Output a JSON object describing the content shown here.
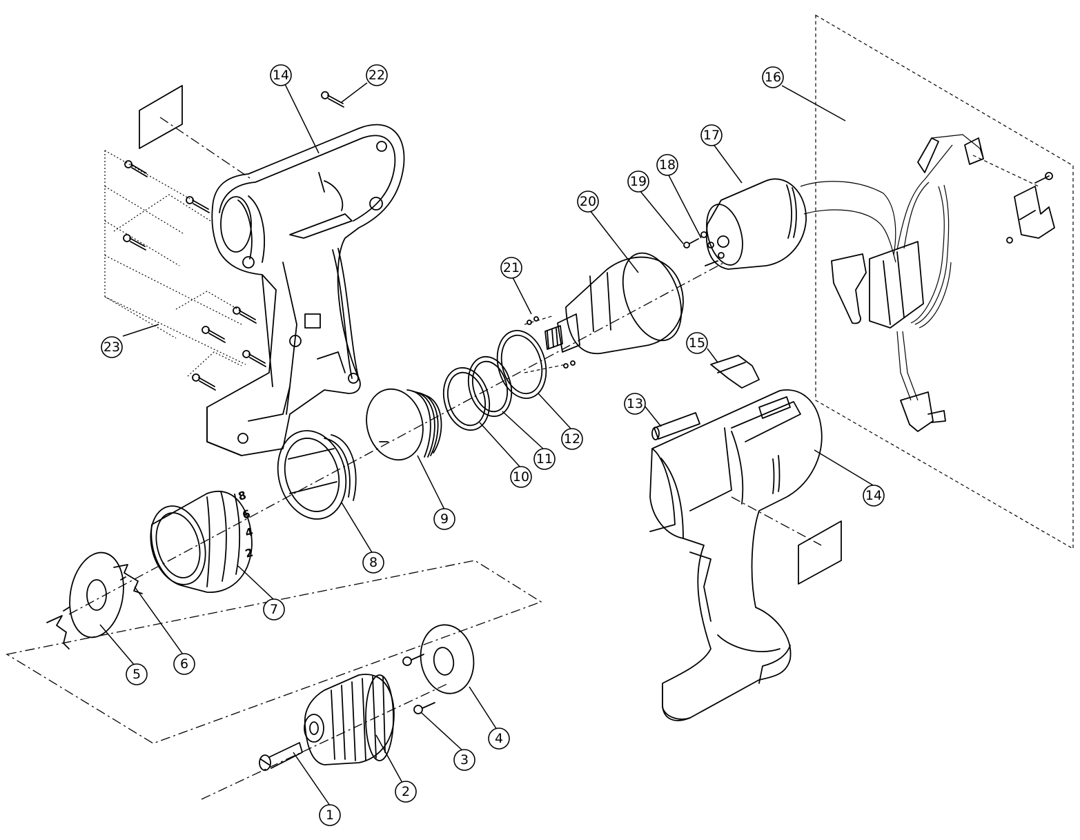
{
  "callouts": [
    {
      "id": "c1",
      "label": "1"
    },
    {
      "id": "c2",
      "label": "2"
    },
    {
      "id": "c3",
      "label": "3"
    },
    {
      "id": "c4",
      "label": "4"
    },
    {
      "id": "c5",
      "label": "5"
    },
    {
      "id": "c6",
      "label": "6"
    },
    {
      "id": "c7",
      "label": "7"
    },
    {
      "id": "c8",
      "label": "8"
    },
    {
      "id": "c9",
      "label": "9"
    },
    {
      "id": "c10",
      "label": "10"
    },
    {
      "id": "c11",
      "label": "11"
    },
    {
      "id": "c12",
      "label": "12"
    },
    {
      "id": "c13",
      "label": "13"
    },
    {
      "id": "c14a",
      "label": "14"
    },
    {
      "id": "c14b",
      "label": "14"
    },
    {
      "id": "c15",
      "label": "15"
    },
    {
      "id": "c16",
      "label": "16"
    },
    {
      "id": "c17",
      "label": "17"
    },
    {
      "id": "c18",
      "label": "18"
    },
    {
      "id": "c19",
      "label": "19"
    },
    {
      "id": "c20",
      "label": "20"
    },
    {
      "id": "c21",
      "label": "21"
    },
    {
      "id": "c22",
      "label": "22"
    },
    {
      "id": "c23",
      "label": "23"
    }
  ],
  "clutch_numbers": [
    "8",
    "6",
    "4",
    "2"
  ]
}
